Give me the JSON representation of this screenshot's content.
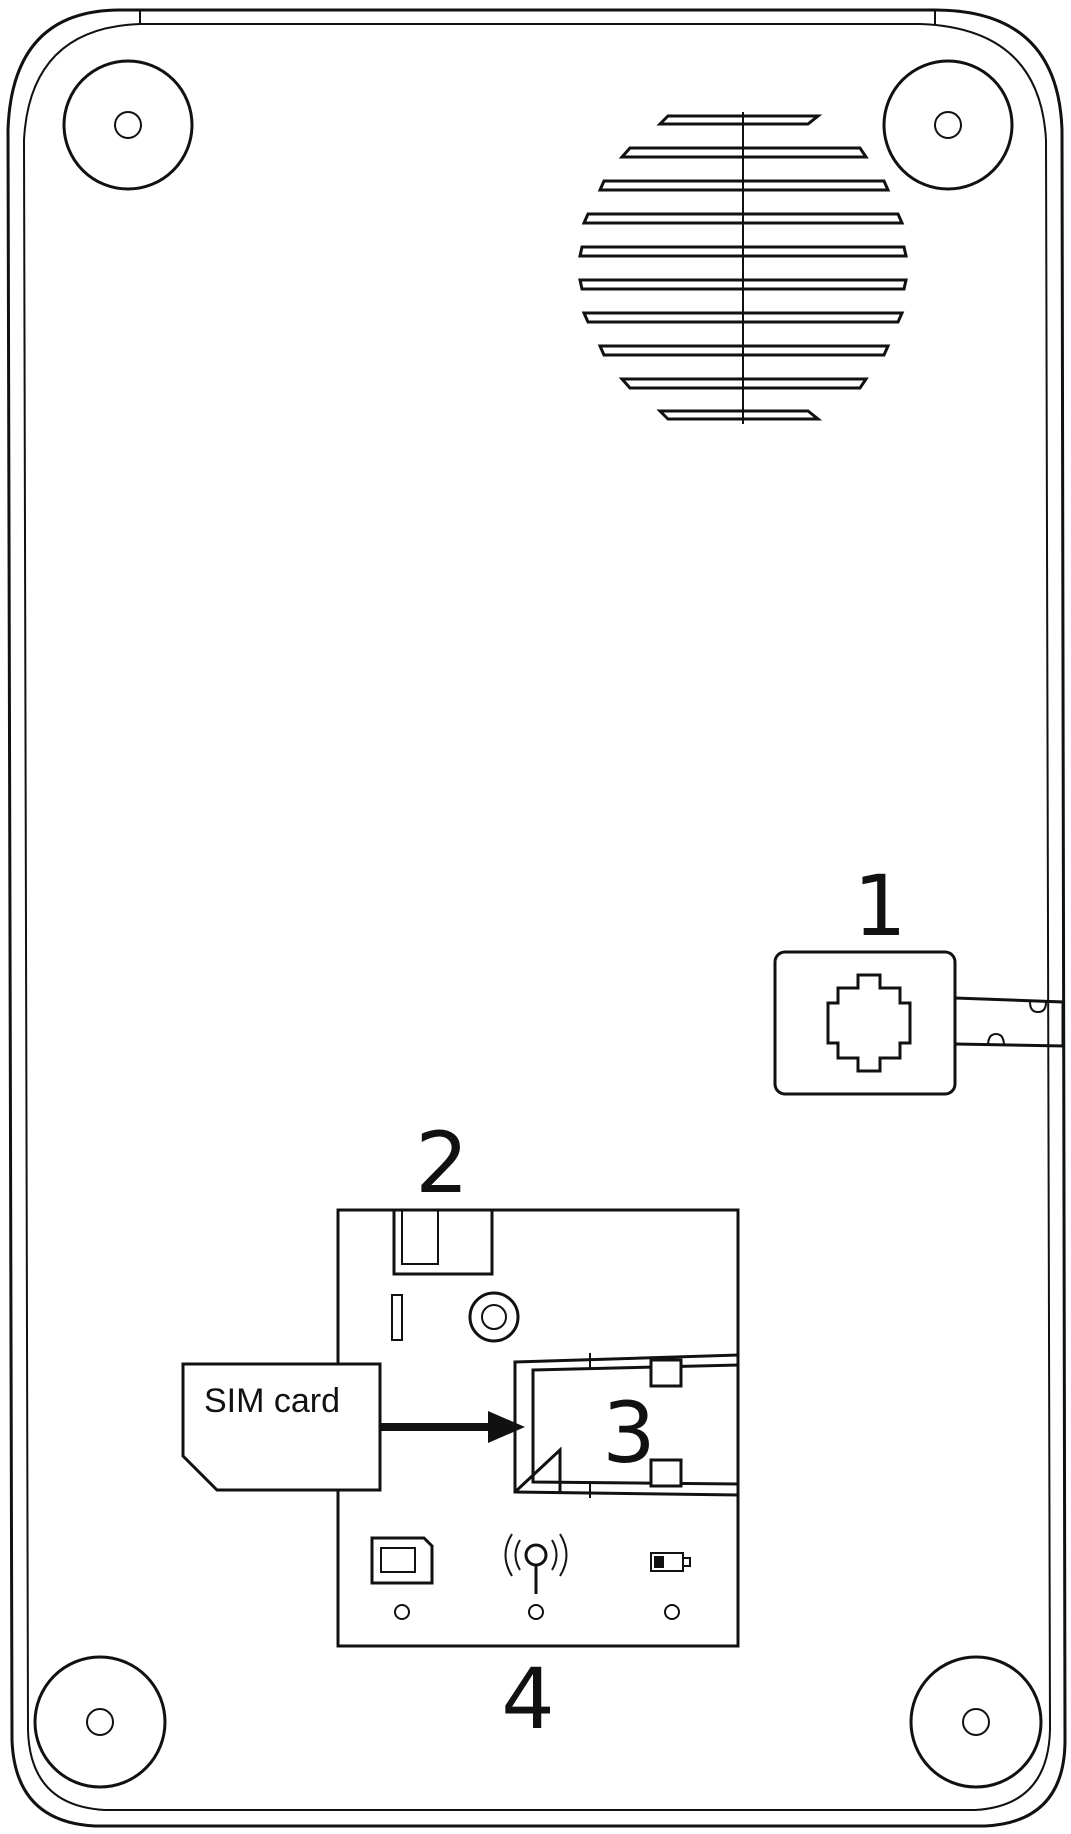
{
  "diagram": {
    "callouts": {
      "c1": "1",
      "c2": "2",
      "c3": "3",
      "c4": "4"
    },
    "sim_card_label": "SIM card"
  }
}
